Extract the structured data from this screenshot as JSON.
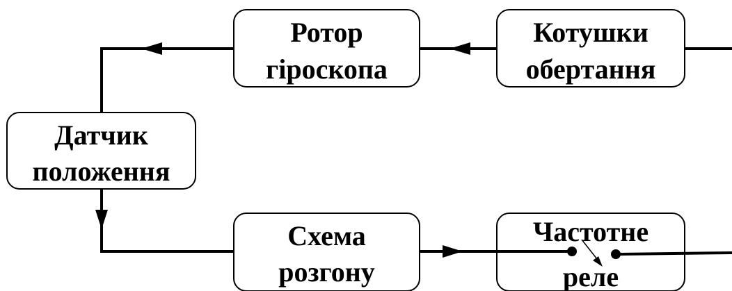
{
  "blocks": {
    "rotor": {
      "line1": "Ротор",
      "line2": "гіроскопа"
    },
    "coils": {
      "line1": "Котушки",
      "line2": "обертання"
    },
    "sensor": {
      "line1": "Датчик",
      "line2": "положення"
    },
    "accel": {
      "line1": "Схема",
      "line2": "розгону"
    },
    "relay": {
      "line1": "Частотне",
      "line2": "реле"
    }
  }
}
